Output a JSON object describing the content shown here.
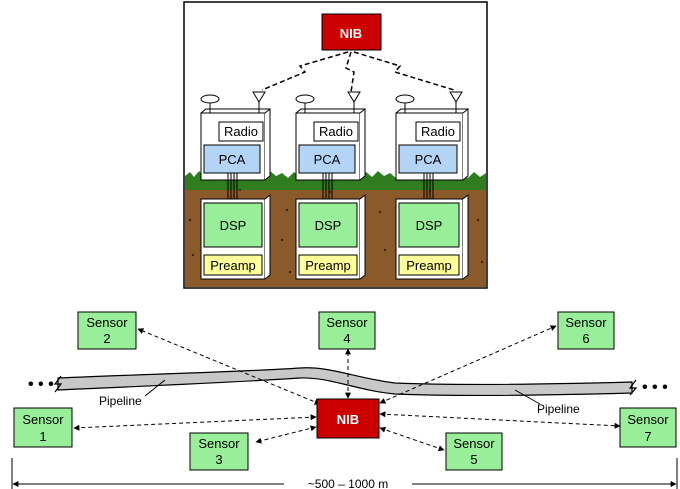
{
  "top_diagram": {
    "nib_label": "NIB",
    "stations": [
      {
        "radio": "Radio",
        "pca": "PCA",
        "dsp": "DSP",
        "preamp": "Preamp"
      },
      {
        "radio": "Radio",
        "pca": "PCA",
        "dsp": "DSP",
        "preamp": "Preamp"
      },
      {
        "radio": "Radio",
        "pca": "PCA",
        "dsp": "DSP",
        "preamp": "Preamp"
      }
    ]
  },
  "network": {
    "nib_label": "NIB",
    "pipeline_label_left": "Pipeline",
    "pipeline_label_right": "Pipeline",
    "distance_label": "~500 – 1000 m",
    "sensors": [
      {
        "line1": "Sensor",
        "line2": "1"
      },
      {
        "line1": "Sensor",
        "line2": "2"
      },
      {
        "line1": "Sensor",
        "line2": "3"
      },
      {
        "line1": "Sensor",
        "line2": "4"
      },
      {
        "line1": "Sensor",
        "line2": "5"
      },
      {
        "line1": "Sensor",
        "line2": "6"
      },
      {
        "line1": "Sensor",
        "line2": "7"
      }
    ]
  },
  "colors": {
    "nib": "#cc0000",
    "pca": "#b3d4f5",
    "dsp": "#99ee99",
    "preamp": "#ffff99",
    "sensor": "#99ee99",
    "soil": "#8b5a2b",
    "grass": "#2f7d1f",
    "pipeline": "#c8c8c8"
  }
}
